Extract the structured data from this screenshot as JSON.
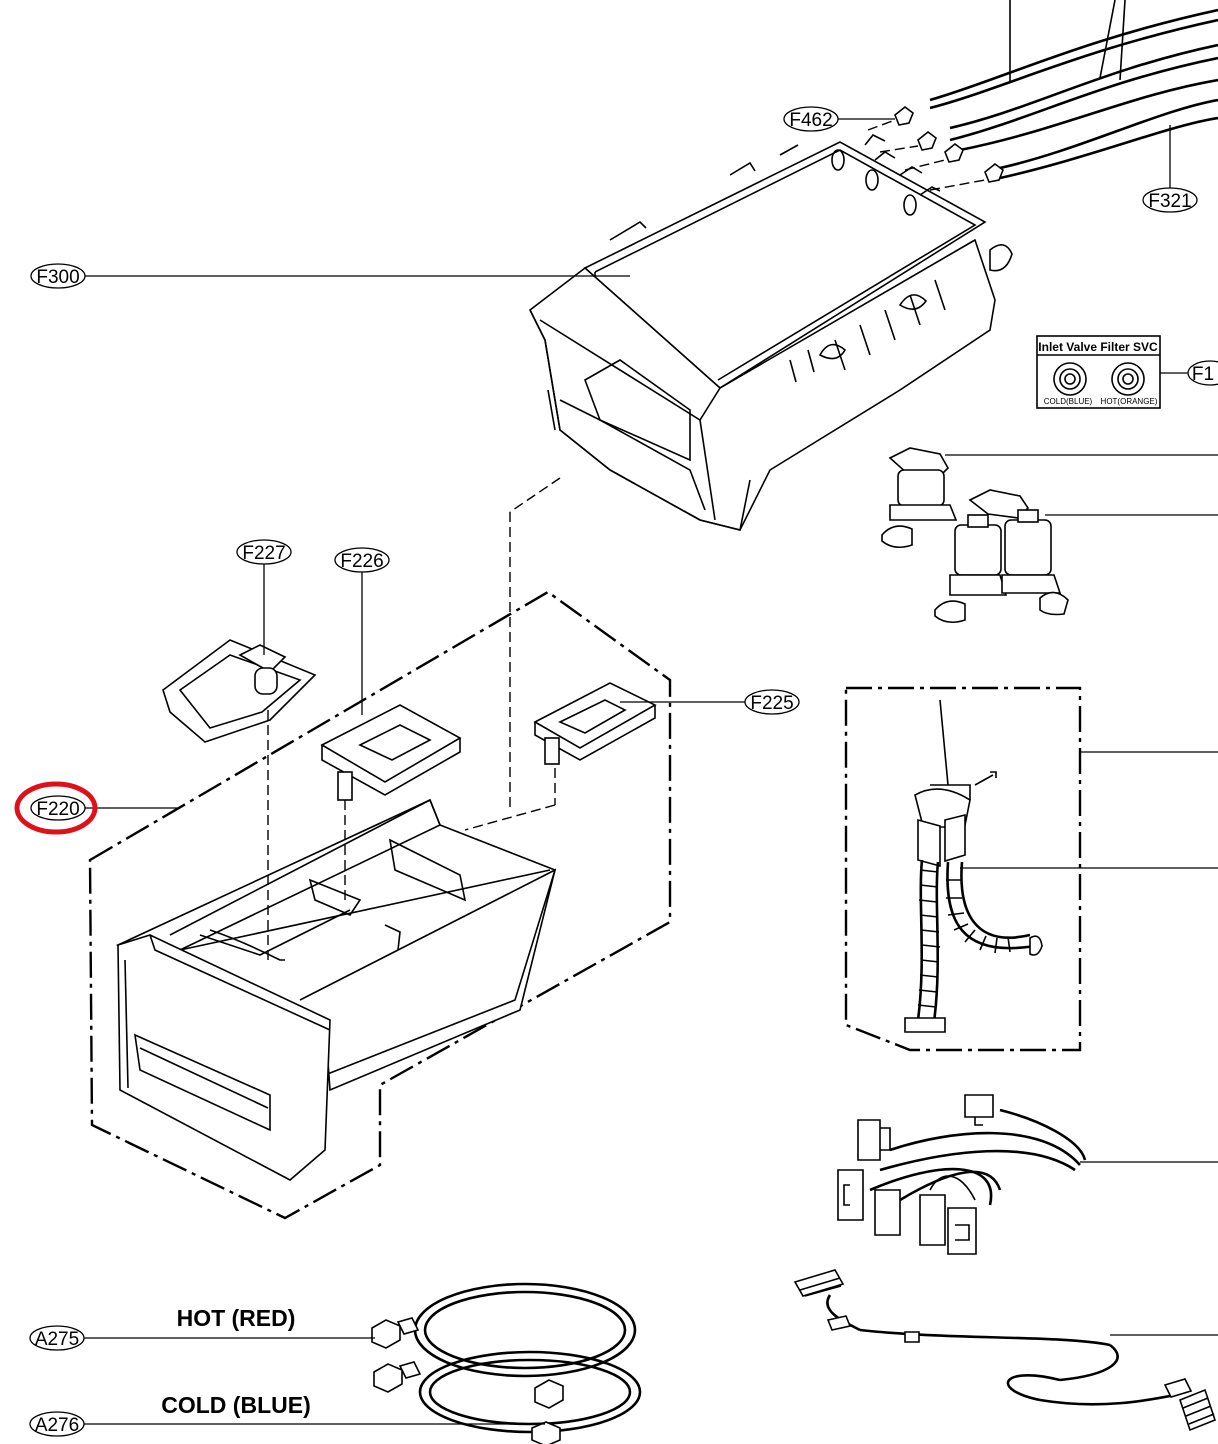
{
  "callouts": {
    "f462": "F462",
    "f321": "F321",
    "f300": "F300",
    "f1": "F1",
    "f227": "F227",
    "f226": "F226",
    "f225": "F225",
    "f220": "F220",
    "a275": "A275",
    "a276": "A276"
  },
  "inlet_filter_box": {
    "title": "Inlet Valve Filter SVC",
    "cold_label": "COLD(BLUE)",
    "hot_label": "HOT(ORANGE)"
  },
  "hose_labels": {
    "hot": "HOT (RED)",
    "cold": "COLD (BLUE)"
  },
  "highlight": {
    "target": "F220",
    "color": "#e0101a"
  },
  "colors": {
    "line": "#000000",
    "background": "#ffffff"
  }
}
